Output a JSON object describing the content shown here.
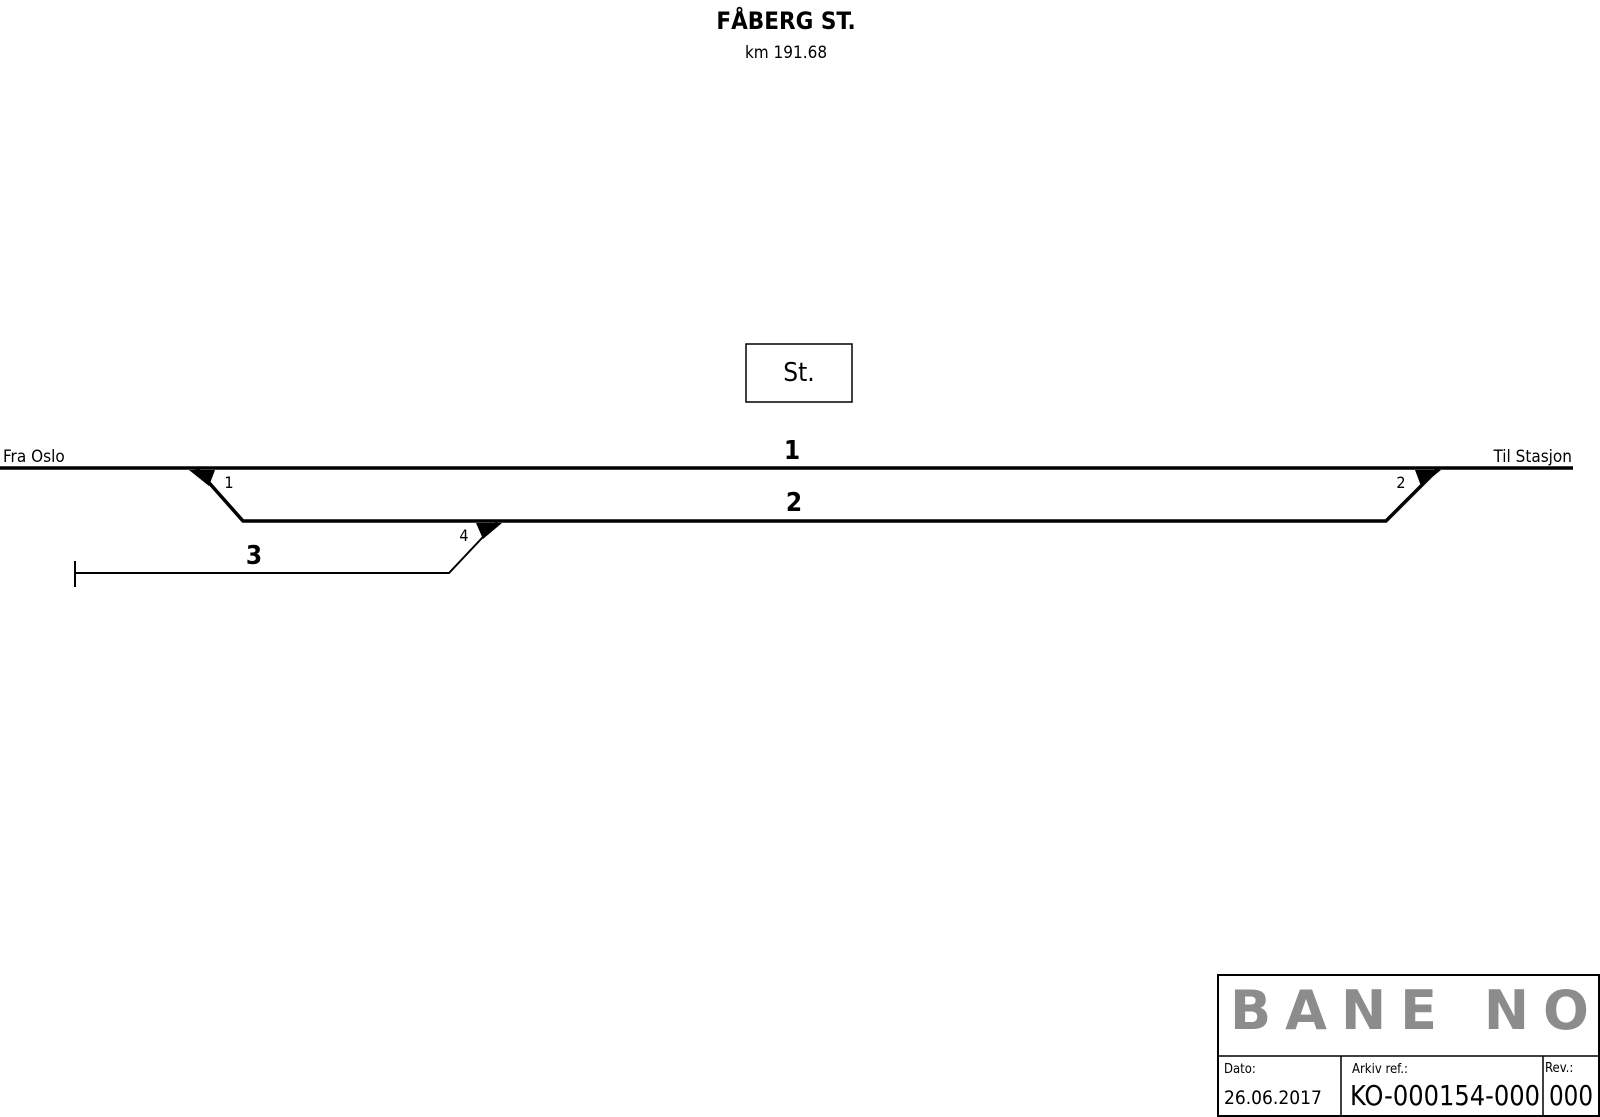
{
  "header": {
    "title": "FÅBERG ST.",
    "subtitle": "km 191.68"
  },
  "station_box": {
    "label": "St."
  },
  "direction_labels": {
    "left": "Fra Oslo",
    "right": "Til Stasjon"
  },
  "tracks": [
    {
      "number": "1"
    },
    {
      "number": "2"
    },
    {
      "number": "3"
    }
  ],
  "switches": [
    {
      "number": "1"
    },
    {
      "number": "2"
    },
    {
      "number": "4"
    }
  ],
  "title_block": {
    "logo": "BANE NOR",
    "logo_color": "#8c8c8c",
    "date_label": "Dato:",
    "date_value": "26.06.2017",
    "archive_label": "Arkiv ref.:",
    "archive_value": "KO-000154-000",
    "rev_label": "Rev.:",
    "rev_value": "000"
  }
}
